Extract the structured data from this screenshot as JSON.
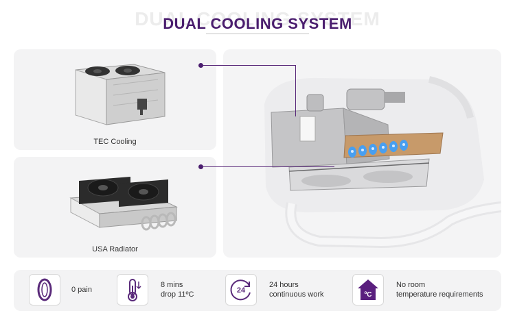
{
  "header": {
    "ghost_title": "DUAL COOLING SYSTEM",
    "title": "DUAL COOLING SYSTEM"
  },
  "components": [
    {
      "label": "TEC Cooling",
      "icon": "tec-cooling-module-image"
    },
    {
      "label": "USA Radiator",
      "icon": "usa-radiator-image"
    }
  ],
  "main_visual": {
    "icon": "cooling-handpiece-cutaway-image"
  },
  "features": [
    {
      "icon": "zero-icon",
      "lines": [
        "0 pain"
      ]
    },
    {
      "icon": "thermometer-icon",
      "lines": [
        "8 mins",
        "drop 11ºC"
      ]
    },
    {
      "icon": "clock-24-icon",
      "badge": "24",
      "lines": [
        "24 hours",
        "continuous work"
      ]
    },
    {
      "icon": "house-celsius-icon",
      "badge": "ºC",
      "lines": [
        "No room",
        "temperature requirements"
      ]
    }
  ],
  "colors": {
    "accent": "#4a1d6e",
    "panel": "#f3f3f4",
    "led_blue": "#3aa0ff",
    "copper": "#c79a6a"
  }
}
